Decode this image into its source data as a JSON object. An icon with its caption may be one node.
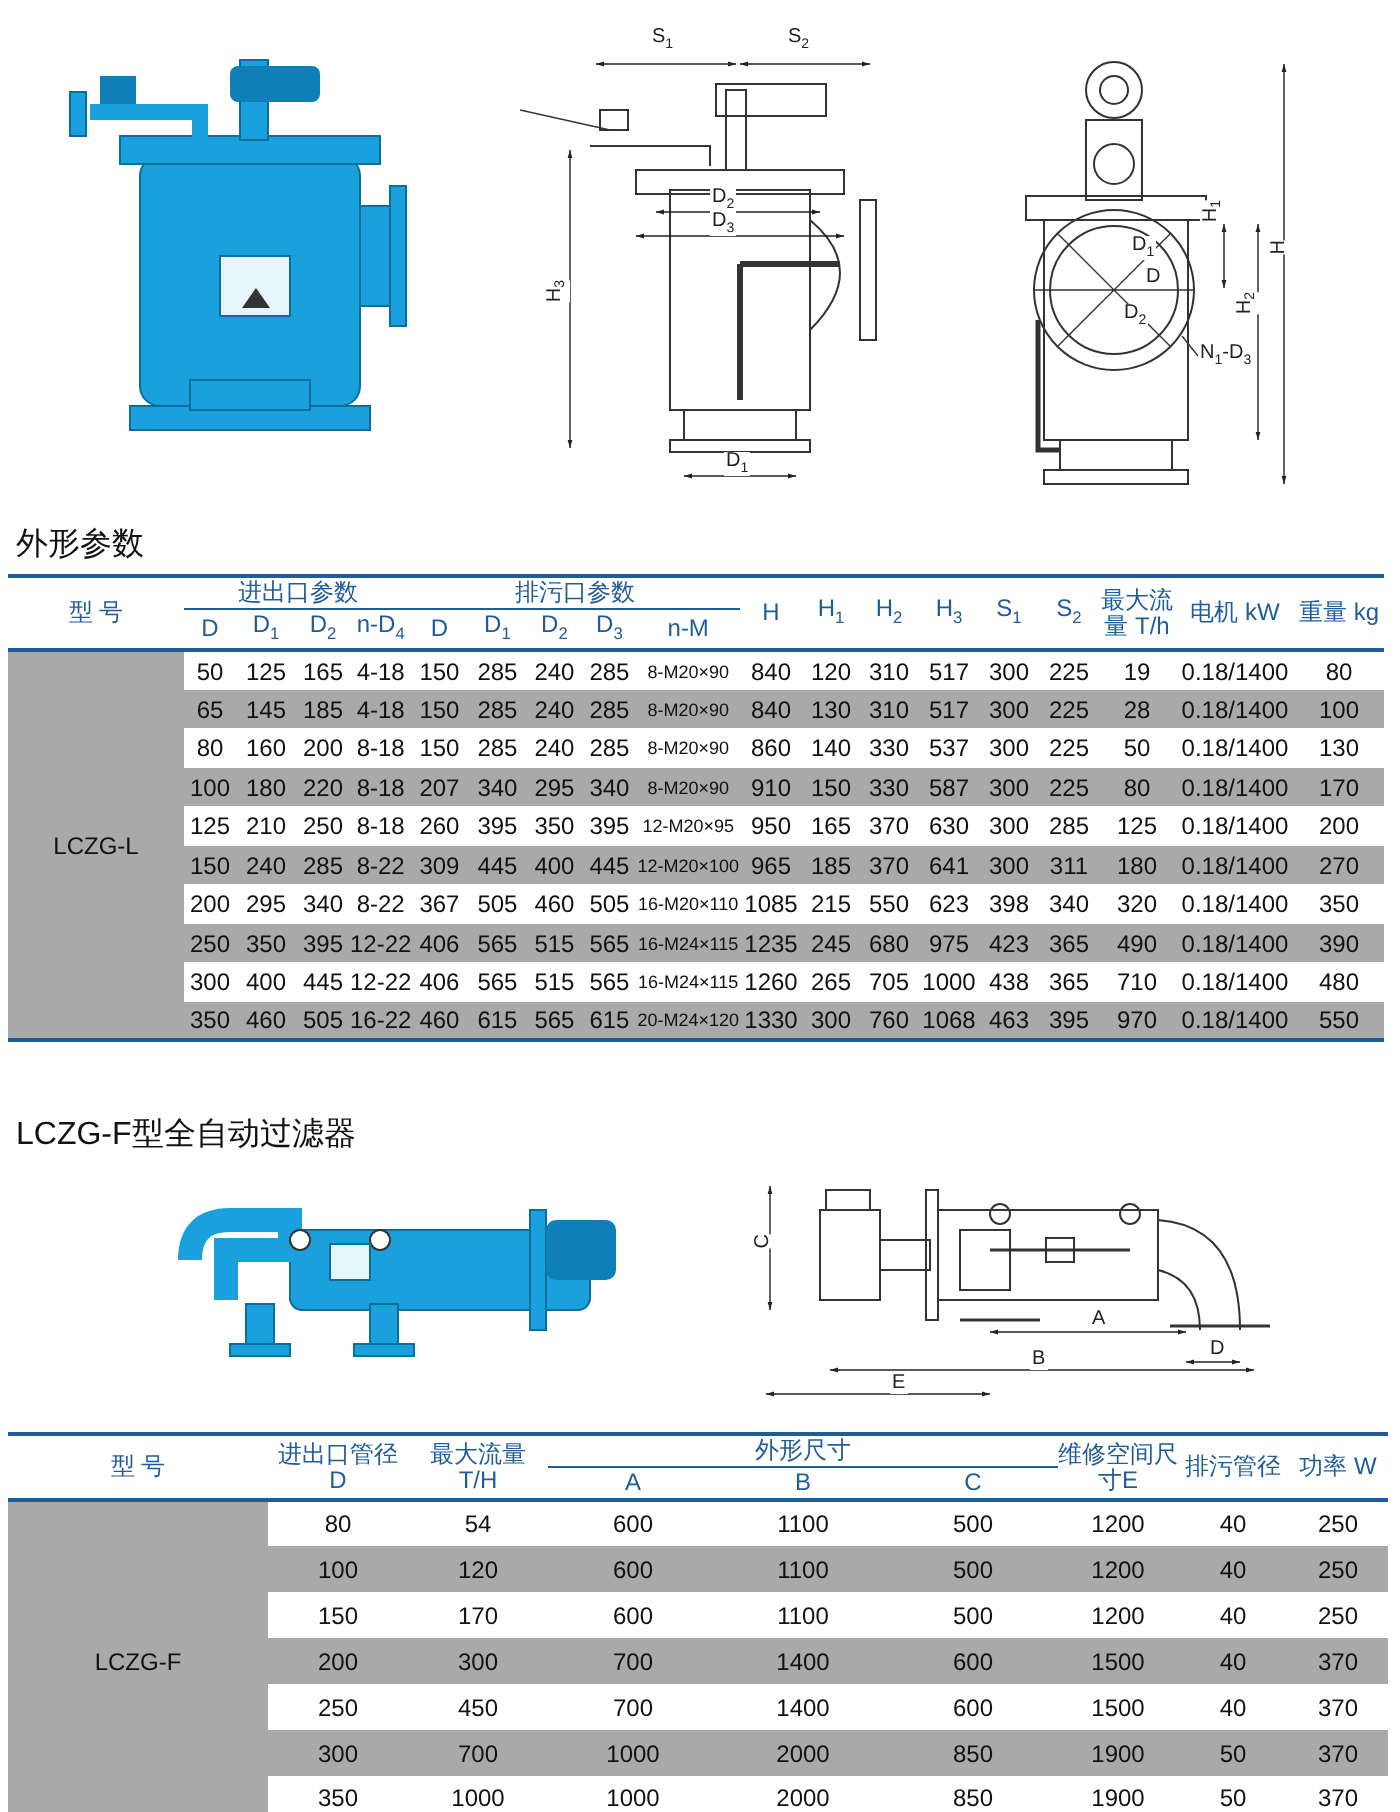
{
  "diagram": {
    "labels": [
      "S$_{1}$",
      "S$_{2}$",
      "D$_{2}$",
      "D$_{3}$",
      "H$_{3}$",
      "D$_{1}$",
      "H$_{1}$",
      "H",
      "D$_{1}$",
      "D",
      "D$_{2}$",
      "H$_{2}$",
      "N$_{1}$-D$_{3}$",
      "外形参数",
      "型 号",
      "进出口参数",
      "排污口参数",
      "H",
      "H$_{1}$",
      "H$_{2}$",
      "H$_{3}$",
      "S$_{1}$",
      "S$_{2}$",
      "最大流量 T/h",
      "电机 kW",
      "重量 kg",
      "D",
      "D$_{1}$",
      "D$_{2}$",
      "n-D$_{4}$",
      "D",
      "D$_{1}$",
      "D$_{2}$",
      "D$_{3}$",
      "n-M",
      "LCZG-L",
      "50",
      "125",
      "165",
      "4-18",
      "150",
      "285",
      "240",
      "285",
      "8-M20×90",
      "840",
      "120",
      "310",
      "517",
      "300",
      "225",
      "19",
      "0.18/1400",
      "80",
      "65",
      "145",
      "185",
      "4-18",
      "150",
      "285",
      "240",
      "285",
      "8-M20×90",
      "840",
      "130",
      "310",
      "517",
      "300",
      "225",
      "28",
      "0.18/1400",
      "100",
      "80",
      "160",
      "200",
      "8-18",
      "150",
      "285",
      "240",
      "285",
      "8-M20×90",
      "860",
      "140",
      "330",
      "537",
      "300",
      "225",
      "50",
      "0.18/1400",
      "130",
      "100",
      "180",
      "220",
      "8-18",
      "207",
      "340",
      "295",
      "340",
      "8-M20×90",
      "910",
      "150",
      "330",
      "587",
      "300",
      "225",
      "80",
      "0.18/1400",
      "170",
      "125",
      "210",
      "250",
      "8-18",
      "260",
      "395",
      "350",
      "395",
      "12-M20×95",
      "950",
      "165",
      "370",
      "630",
      "300",
      "285",
      "125",
      "0.18/1400",
      "200",
      "150",
      "240",
      "285",
      "8-22",
      "309",
      "445",
      "400",
      "445",
      "12-M20×100",
      "965",
      "185",
      "370",
      "641",
      "300",
      "311",
      "180",
      "0.18/1400",
      "270",
      "200",
      "295",
      "340",
      "8-22",
      "367",
      "505",
      "460",
      "505",
      "16-M20×110",
      "1085",
      "215",
      "550",
      "623",
      "398",
      "340",
      "320",
      "0.18/1400",
      "350",
      "250",
      "350",
      "395",
      "12-22",
      "406",
      "565",
      "515",
      "565",
      "16-M24×115",
      "1235",
      "245",
      "680",
      "975",
      "423",
      "365",
      "490",
      "0.18/1400",
      "390",
      "300",
      "400",
      "445",
      "12-22",
      "406",
      "565",
      "515",
      "565",
      "16-M24×115",
      "1260",
      "265",
      "705",
      "1000",
      "438",
      "365",
      "710",
      "0.18/1400",
      "480",
      "350",
      "460",
      "505",
      "16-22",
      "460",
      "615",
      "565",
      "615",
      "20-M24×120",
      "1330",
      "300",
      "760",
      "1068",
      "463",
      "395",
      "970",
      "0.18/1400",
      "550",
      "LCZG-F型全自动过滤器",
      "C",
      "A",
      "D",
      "B",
      "E",
      "型 号",
      "进出口管径 D",
      "最大流量 T/H",
      "外形尺寸",
      "维修空间尺寸E",
      "排污管径",
      "功率 W",
      "A",
      "B",
      "C",
      "LCZG-F",
      "80",
      "54",
      "600",
      "1100",
      "500",
      "1200",
      "40",
      "250",
      "100",
      "120",
      "600",
      "1100",
      "500",
      "1200",
      "40",
      "250",
      "150",
      "170",
      "600",
      "1100",
      "500",
      "1200",
      "40",
      "250",
      "200",
      "300",
      "700",
      "1400",
      "600",
      "1500",
      "40",
      "370",
      "250",
      "450",
      "700",
      "1400",
      "600",
      "1500",
      "40",
      "370",
      "300",
      "700",
      "1000",
      "2000",
      "850",
      "1900",
      "50",
      "370",
      "350",
      "1000",
      "1000",
      "2000",
      "850",
      "1900",
      "50",
      "370"
    ]
  }
}
